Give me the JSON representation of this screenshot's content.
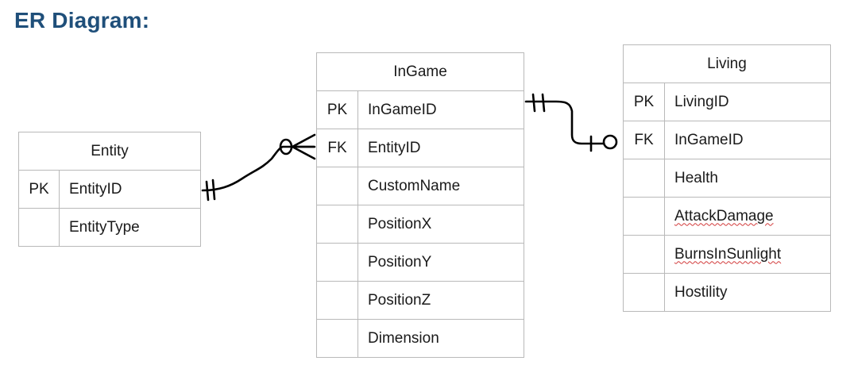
{
  "title": {
    "text": "ER Diagram:",
    "color": "#1f4f7a"
  },
  "entities": {
    "entity": {
      "name": "Entity",
      "rows": [
        {
          "key": "PK",
          "attr": "EntityID"
        },
        {
          "key": "",
          "attr": "EntityType"
        }
      ]
    },
    "ingame": {
      "name": "InGame",
      "rows": [
        {
          "key": "PK",
          "attr": "InGameID"
        },
        {
          "key": "FK",
          "attr": "EntityID"
        },
        {
          "key": "",
          "attr": "CustomName"
        },
        {
          "key": "",
          "attr": "PositionX"
        },
        {
          "key": "",
          "attr": "PositionY"
        },
        {
          "key": "",
          "attr": "PositionZ"
        },
        {
          "key": "",
          "attr": "Dimension"
        }
      ]
    },
    "living": {
      "name": "Living",
      "rows": [
        {
          "key": "PK",
          "attr": "LivingID"
        },
        {
          "key": "FK",
          "attr": "InGameID"
        },
        {
          "key": "",
          "attr": "Health"
        },
        {
          "key": "",
          "attr": "AttackDamage"
        },
        {
          "key": "",
          "attr": "BurnsInSunlight"
        },
        {
          "key": "",
          "attr": "Hostility"
        }
      ]
    }
  },
  "relationships": [
    {
      "from": "Entity",
      "from_cardinality": "one-and-only-one",
      "to": "InGame",
      "to_cardinality": "zero-or-many"
    },
    {
      "from": "InGame",
      "from_cardinality": "one-and-only-one",
      "to": "Living",
      "to_cardinality": "zero-or-one"
    }
  ]
}
